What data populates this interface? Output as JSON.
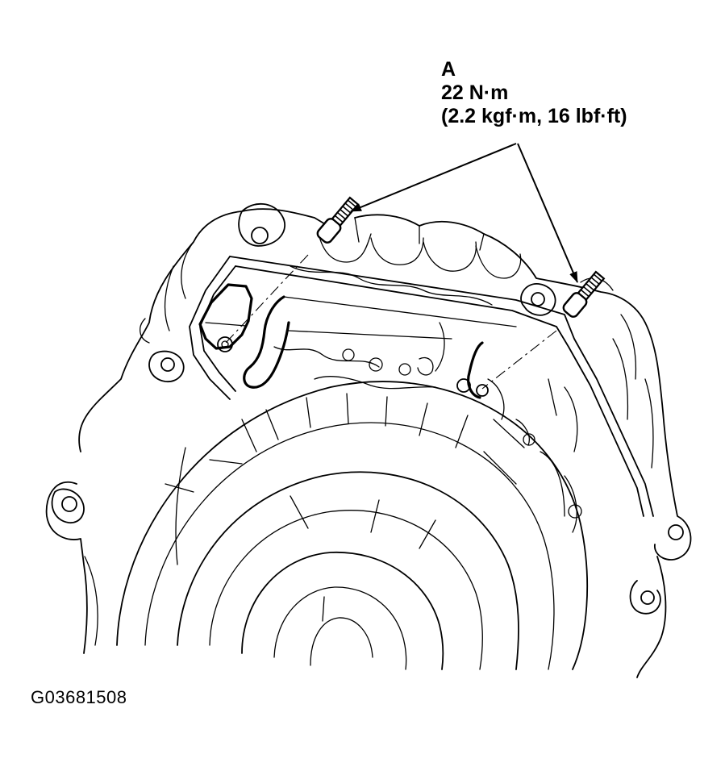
{
  "callout": {
    "letter": "A",
    "torque_nm": "22 N·m",
    "torque_alt": "(2.2 kgf·m, 16 lbf·ft)"
  },
  "figure_id": "G03681508",
  "colors": {
    "line": "#000000",
    "background": "#ffffff"
  },
  "parts": {
    "bolt_count": 2,
    "bolt_icon": "bolt-icon"
  }
}
